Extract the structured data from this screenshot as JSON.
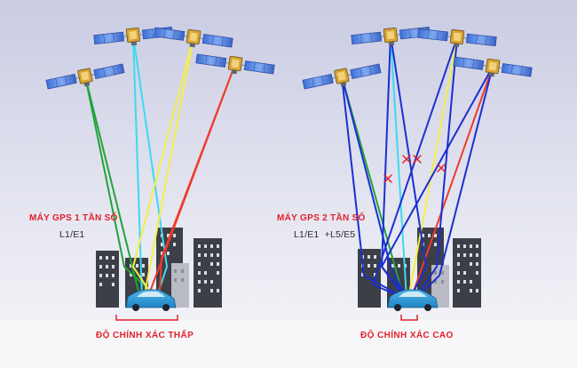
{
  "left_panel": {
    "receiver_title": "MÁY GPS 1 TẦN SỐ",
    "frequency_label": "L1/E1",
    "accuracy_label": "ĐỘ CHÍNH XÁC THẤP"
  },
  "right_panel": {
    "receiver_title": "MÁY GPS 2 TẦN SỐ",
    "frequency_label": "L1/E1  +L5/E5",
    "accuracy_label": "ĐỘ CHÍNH XÁC CAO"
  },
  "colors": {
    "accent_red": "#e3202a",
    "signal_green": "#22a33a",
    "signal_cyan": "#3fd8f0",
    "signal_yellow": "#f4ef4a",
    "signal_red": "#ee3b2b",
    "signal_blue": "#1b2fd0",
    "car": "#2a9bd6",
    "building": "#3d3f47"
  }
}
